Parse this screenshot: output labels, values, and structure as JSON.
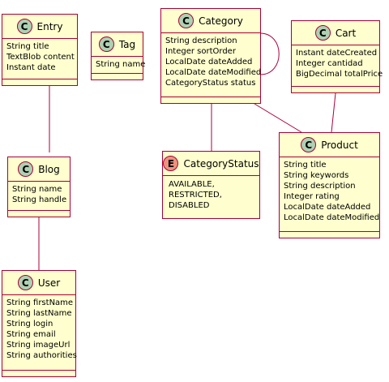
{
  "colors": {
    "box_fill": "#fefece",
    "border": "#a80036",
    "class_badge": "#add1b2",
    "enum_badge": "#eb937f"
  },
  "classes": {
    "entry": {
      "badge": "C",
      "name": "Entry",
      "fields": [
        "String title",
        "TextBlob content",
        "Instant date"
      ]
    },
    "tag": {
      "badge": "C",
      "name": "Tag",
      "fields": [
        "String name"
      ]
    },
    "category": {
      "badge": "C",
      "name": "Category",
      "fields": [
        "String description",
        "Integer sortOrder",
        "LocalDate dateAdded",
        "LocalDate dateModified",
        "CategoryStatus status"
      ]
    },
    "cart": {
      "badge": "C",
      "name": "Cart",
      "fields": [
        "Instant dateCreated",
        "Integer cantidad",
        "BigDecimal totalPrice"
      ]
    },
    "blog": {
      "badge": "C",
      "name": "Blog",
      "fields": [
        "String name",
        "String handle"
      ]
    },
    "category_status": {
      "badge": "E",
      "name": "CategoryStatus",
      "values": [
        "AVAILABLE,",
        "RESTRICTED,",
        "DISABLED"
      ]
    },
    "product": {
      "badge": "C",
      "name": "Product",
      "fields": [
        "String title",
        "String keywords",
        "String description",
        "Integer rating",
        "LocalDate dateAdded",
        "LocalDate dateModified"
      ]
    },
    "user": {
      "badge": "C",
      "name": "User",
      "fields": [
        "String firstName",
        "String lastName",
        "String login",
        "String email",
        "String imageUrl",
        "String authorities"
      ]
    }
  }
}
